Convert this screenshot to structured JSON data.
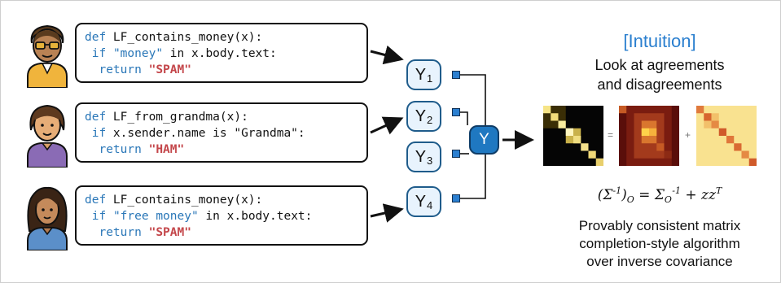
{
  "labeling_functions": [
    {
      "line1": {
        "kw": "def",
        "rest": " LF_contains_money(x):"
      },
      "line2": {
        "kw": "if",
        "str": "\"money\"",
        "mid": " ",
        "kw2": "in",
        "rest": " x.body.text:"
      },
      "line3": {
        "kw": "return",
        "label": "\"SPAM\""
      }
    },
    {
      "line1": {
        "kw": "def",
        "rest": " LF_from_grandma(x):"
      },
      "line2": {
        "kw": "if",
        "rest": " x.sender.name is \"Grandma\":"
      },
      "line3": {
        "kw": "return",
        "label": "\"HAM\""
      }
    },
    {
      "line1": {
        "kw": "def",
        "rest": " LF_contains_money(x):"
      },
      "line2": {
        "kw": "if",
        "str": "\"free money\"",
        "mid": " ",
        "kw2": "in",
        "rest": " x.body.text:"
      },
      "line3": {
        "kw": "return",
        "label": "\"SPAM\""
      }
    }
  ],
  "nodes": {
    "y_base": "Y",
    "subscripts": [
      "1",
      "2",
      "3",
      "4"
    ],
    "output": "Y"
  },
  "intuition": {
    "title": "[Intuition]",
    "subtitle_line1": "Look at agreements",
    "subtitle_line2": "and disagreements",
    "op_equals": "=",
    "op_plus": "+"
  },
  "formula": {
    "open": "(",
    "sigma": "Σ",
    "sup1": "-1",
    "close": ")",
    "sub0": "O",
    "eq": " = ",
    "sigma2": "Σ",
    "sub0b": "O",
    "sup2": "-1",
    "plus": " + ",
    "zz": "zz",
    "supT": "T"
  },
  "description": {
    "line1": "Provably consistent matrix",
    "line2": "completion-style algorithm",
    "line3": "over inverse covariance"
  },
  "colors": {
    "keyword": "#2a77b8",
    "label_string": "#c4474b",
    "title": "#2a7fcf",
    "node_fill": "#e8f3fd",
    "node_border": "#1f5c8b",
    "output_fill": "#1f78c1"
  }
}
